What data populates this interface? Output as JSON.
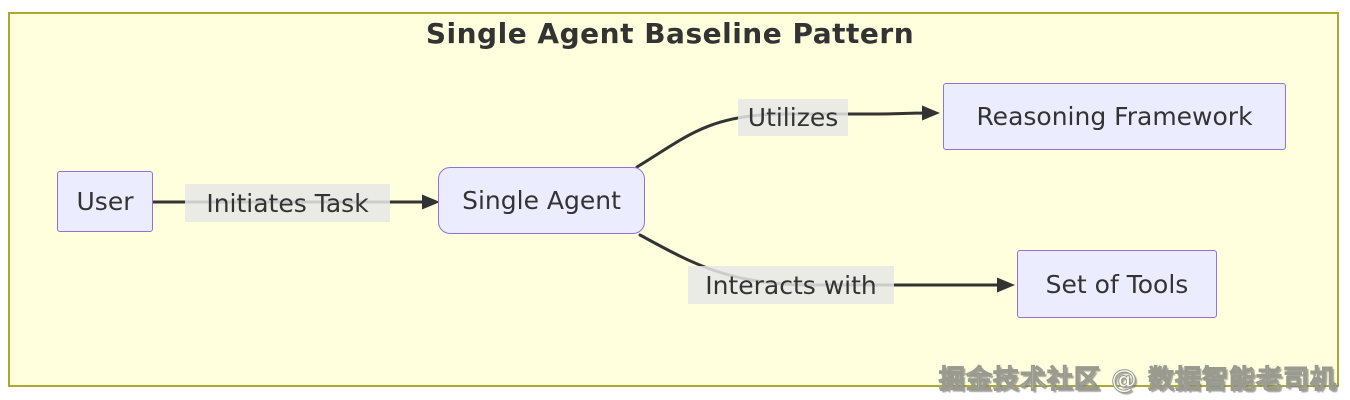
{
  "diagram": {
    "title": "Single Agent Baseline Pattern",
    "nodes": [
      {
        "id": "user",
        "label": "User",
        "shape": "rect"
      },
      {
        "id": "single_agent",
        "label": "Single Agent",
        "shape": "rounded"
      },
      {
        "id": "reasoning_framework",
        "label": "Reasoning Framework",
        "shape": "rect"
      },
      {
        "id": "set_of_tools",
        "label": "Set of Tools",
        "shape": "rect"
      }
    ],
    "edges": [
      {
        "from": "user",
        "to": "single_agent",
        "label": "Initiates Task"
      },
      {
        "from": "single_agent",
        "to": "reasoning_framework",
        "label": "Utilizes"
      },
      {
        "from": "single_agent",
        "to": "set_of_tools",
        "label": "Interacts with"
      }
    ],
    "watermark": "掘金技术社区 @ 数据智能老司机",
    "colors": {
      "canvas_background": "#ffffff",
      "diagram_background": "#ffffde",
      "diagram_border": "#aaaa33",
      "node_fill": "#ececff",
      "node_border": "#9370db",
      "edge_stroke": "#333333",
      "edge_label_background": "#e8e8e8",
      "text": "#333333"
    }
  }
}
